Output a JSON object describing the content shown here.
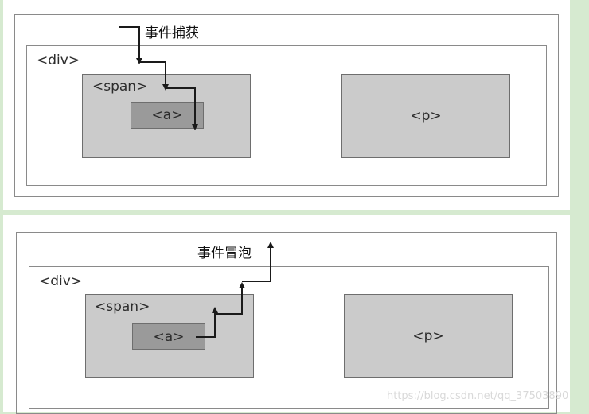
{
  "capture": {
    "caption": "事件捕获",
    "div_label": "<div>",
    "span_label": "<span>",
    "a_label": "<a>",
    "p_label": "<p>"
  },
  "bubble": {
    "caption": "事件冒泡",
    "div_label": "<div>",
    "span_label": "<span>",
    "a_label": "<a>",
    "p_label": "<p>"
  },
  "watermark": "https://blog.csdn.net/qq_37503890",
  "colors": {
    "background": "#d6ead0",
    "panel": "#ffffff",
    "box_light": "#cbcbcb",
    "box_dark": "#9a9a9a",
    "arrow": "#1a1a1a"
  }
}
